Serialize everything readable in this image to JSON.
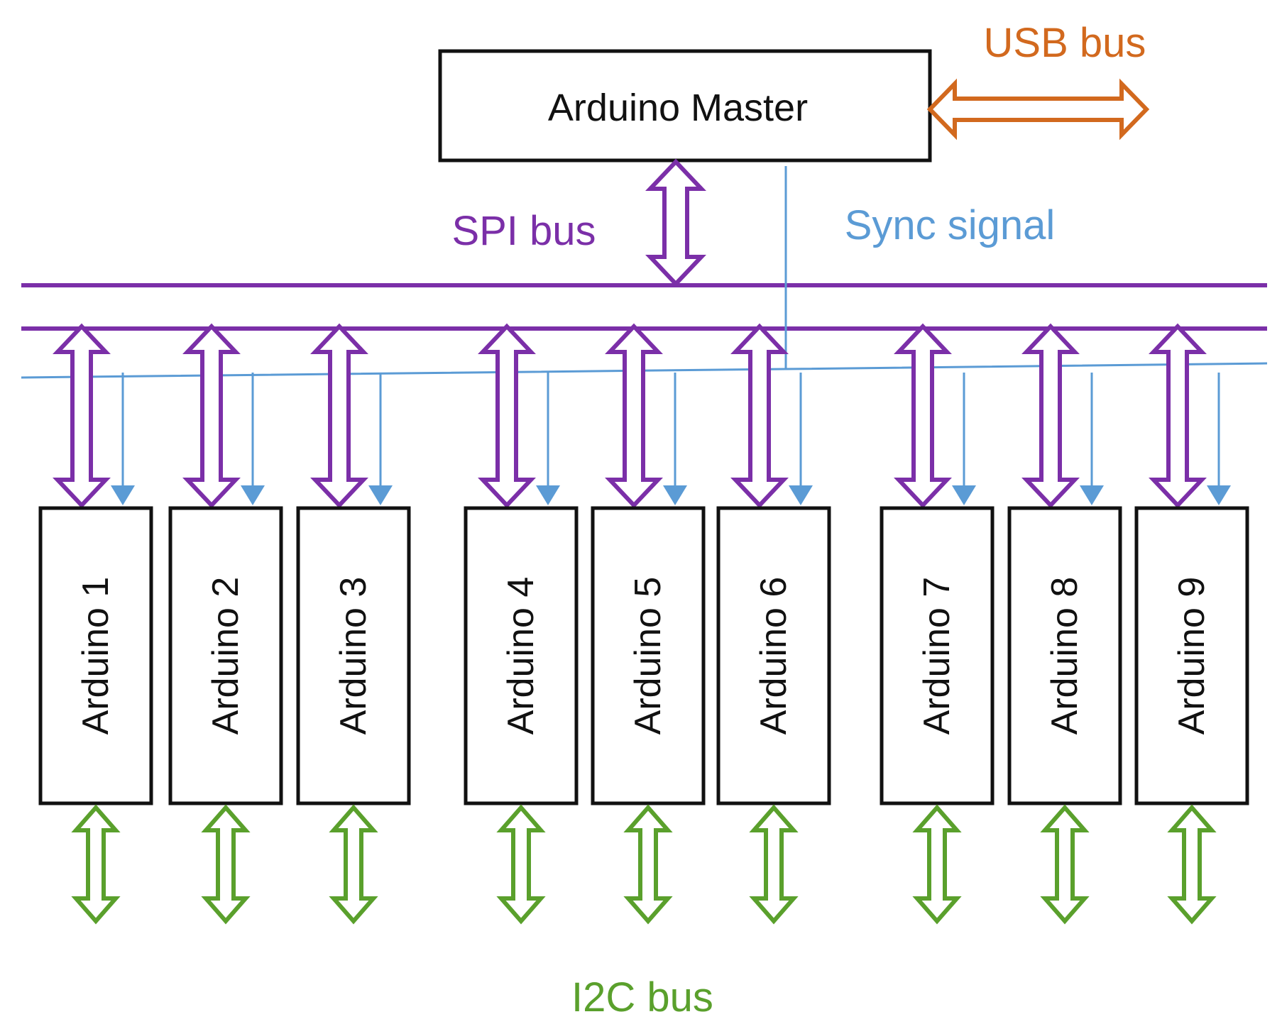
{
  "master": {
    "label": "Arduino Master"
  },
  "buses": {
    "usb": {
      "label": "USB bus",
      "color": "#d2691e"
    },
    "spi": {
      "label": "SPI bus",
      "color": "#7b2fa8"
    },
    "sync": {
      "label": "Sync signal",
      "color": "#5b9bd5"
    },
    "i2c": {
      "label": "I2C bus",
      "color": "#5aa02c"
    }
  },
  "slaves": [
    {
      "label": "Arduino 1"
    },
    {
      "label": "Arduino 2"
    },
    {
      "label": "Arduino 3"
    },
    {
      "label": "Arduino 4"
    },
    {
      "label": "Arduino 5"
    },
    {
      "label": "Arduino 6"
    },
    {
      "label": "Arduino 7"
    },
    {
      "label": "Arduino 8"
    },
    {
      "label": "Arduino 9"
    }
  ]
}
